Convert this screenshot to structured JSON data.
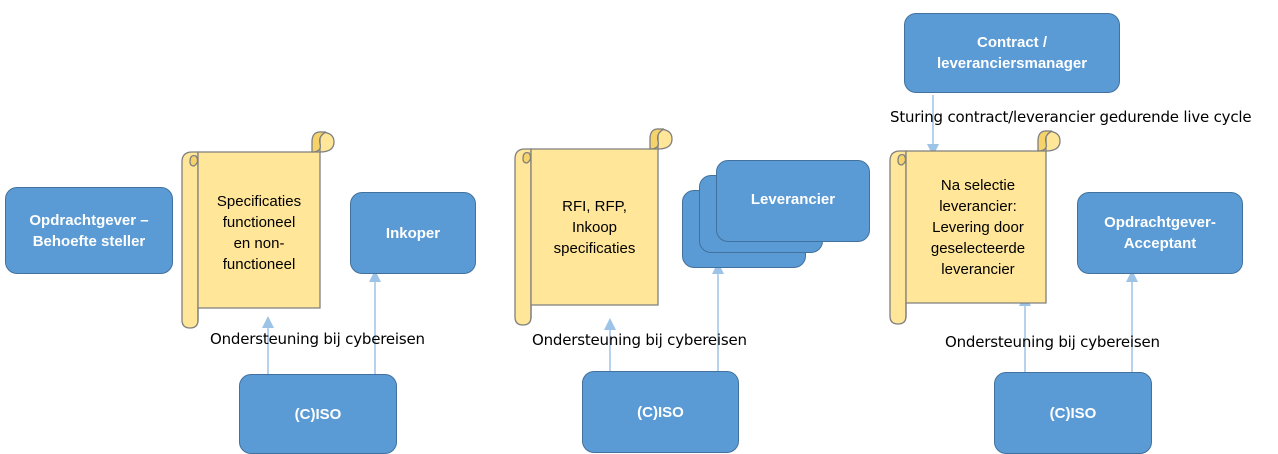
{
  "boxes": {
    "opdrachtgever_behoefte": "Opdrachtgever –\nBehoefte steller",
    "inkoper": "Inkoper",
    "leverancier": "Leverancier",
    "contract_manager": "Contract /\nleveranciersmanager",
    "opdrachtgever_acceptant": "Opdrachtgever-\nAcceptant",
    "ciso_1": "(C)ISO",
    "ciso_2": "(C)ISO",
    "ciso_3": "(C)ISO"
  },
  "scrolls": {
    "specificaties": "Specificaties\nfunctioneel\nen non-\nfunctioneel",
    "rfi_rfp": "RFI, RFP,\nInkoop\nspecificaties",
    "na_selectie": "Na selectie\nleverancier:\nLevering door\ngeselecteerde\nleverancier"
  },
  "labels": {
    "ondersteuning_1": "Ondersteuning  bij cybereisen",
    "ondersteuning_2": "Ondersteuning  bij cybereisen",
    "ondersteuning_3": "Ondersteuning  bij cybereisen",
    "sturing": "Sturing contract/leverancier gedurende live cycle"
  },
  "colors": {
    "box_fill": "#5b9bd5",
    "box_border": "#41719c",
    "scroll_fill": "#ffe699",
    "scroll_border": "#7f7f7f",
    "arrow": "#9dc3e6"
  }
}
